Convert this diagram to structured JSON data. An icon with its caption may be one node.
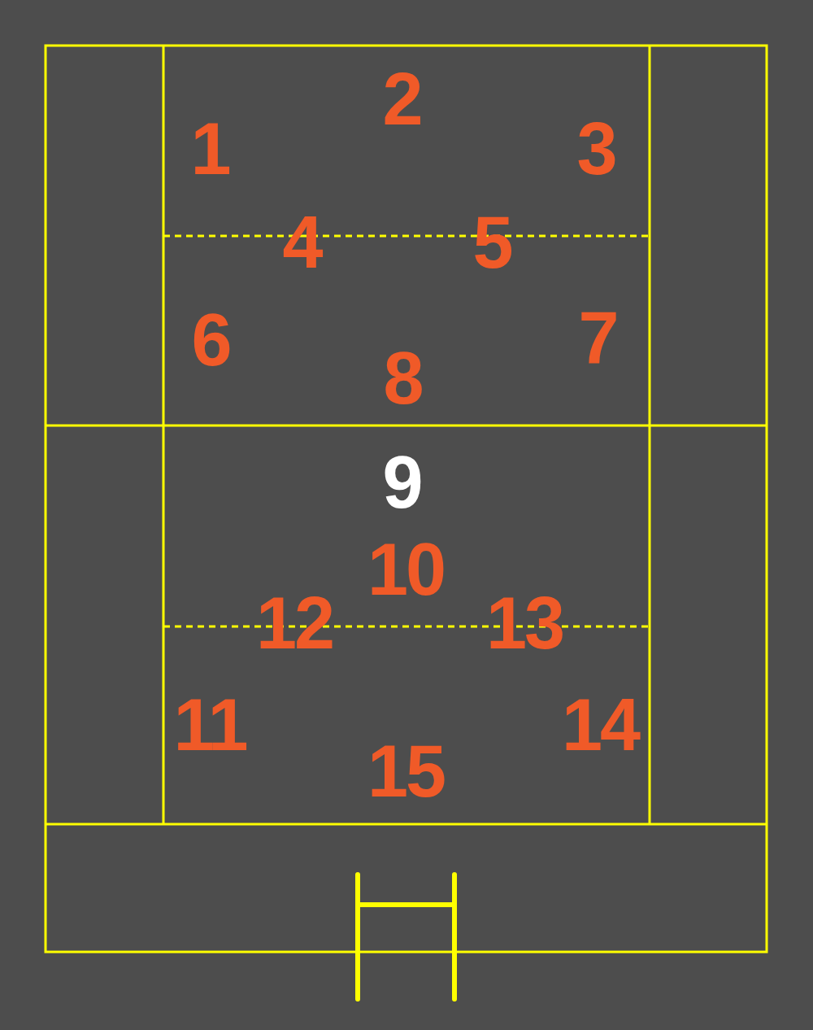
{
  "diagram": {
    "labels": [
      "2",
      "1",
      "3",
      "4",
      "5",
      "6",
      "7",
      "8",
      "9",
      "10",
      "12",
      "13",
      "11",
      "14",
      "15"
    ]
  }
}
